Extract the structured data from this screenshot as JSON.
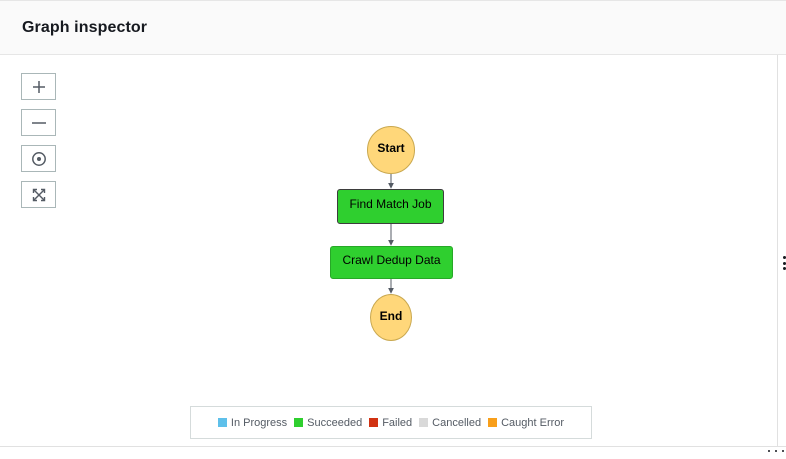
{
  "panel": {
    "title": "Graph inspector"
  },
  "controls": [
    {
      "id": "zoom-in",
      "icon": "plus-icon"
    },
    {
      "id": "zoom-out",
      "icon": "minus-icon"
    },
    {
      "id": "center",
      "icon": "target-icon"
    },
    {
      "id": "fit",
      "icon": "expand-icon"
    }
  ],
  "graph": {
    "nodes": [
      {
        "id": "start",
        "label": "Start",
        "shape": "circle",
        "color": "#ffd77a"
      },
      {
        "id": "find-match-job",
        "label": "Find Match Job",
        "shape": "rect",
        "color": "#2fcf2f",
        "selected": true
      },
      {
        "id": "crawl-dedup-data",
        "label": "Crawl Dedup Data",
        "shape": "rect",
        "color": "#2fcf2f"
      },
      {
        "id": "end",
        "label": "End",
        "shape": "circle",
        "color": "#ffd77a"
      }
    ],
    "edges": [
      {
        "from": "start",
        "to": "find-match-job"
      },
      {
        "from": "find-match-job",
        "to": "crawl-dedup-data"
      },
      {
        "from": "crawl-dedup-data",
        "to": "end"
      }
    ]
  },
  "legend": [
    {
      "label": "In Progress",
      "color": "#5ec0ea"
    },
    {
      "label": "Succeeded",
      "color": "#2fcf2f"
    },
    {
      "label": "Failed",
      "color": "#d13212"
    },
    {
      "label": "Cancelled",
      "color": "#d9d9d9"
    },
    {
      "label": "Caught Error",
      "color": "#f89f1b"
    }
  ]
}
